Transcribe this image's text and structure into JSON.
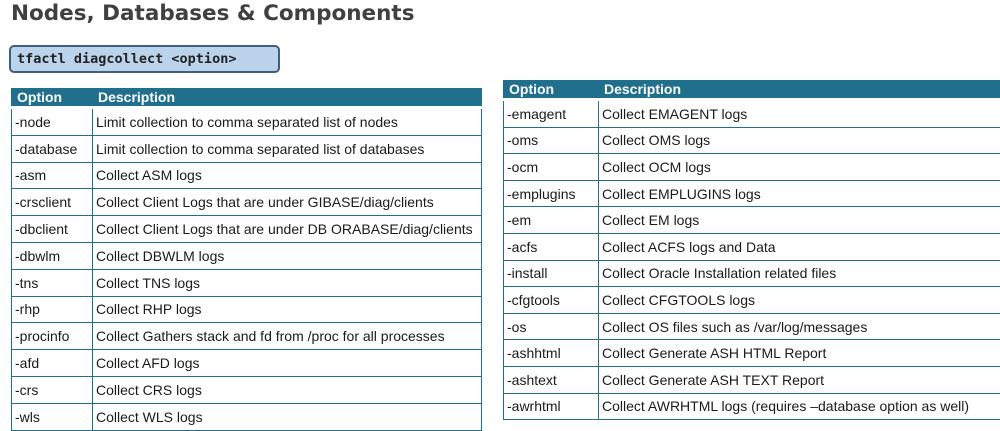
{
  "title": "Nodes, Databases & Components",
  "command": "tfactl diagcollect <option>",
  "colors": {
    "header_bg": "#206f8c",
    "command_bg": "#bcd3ec",
    "command_border": "#3f5f80",
    "title_text": "#404040"
  },
  "left_table": {
    "headers": [
      "Option",
      "Description"
    ],
    "rows": [
      {
        "option": "-node",
        "description": "Limit collection to comma separated list of nodes"
      },
      {
        "option": "-database",
        "description": "Limit collection to comma separated list of databases"
      },
      {
        "option": "-asm",
        "description": "Collect ASM logs"
      },
      {
        "option": "-crsclient",
        "description": "Collect Client Logs that are under GIBASE/diag/clients"
      },
      {
        "option": "-dbclient",
        "description": "Collect Client Logs that are under DB ORABASE/diag/clients"
      },
      {
        "option": "-dbwlm",
        "description": "Collect DBWLM logs"
      },
      {
        "option": "-tns",
        "description": "Collect TNS logs"
      },
      {
        "option": "-rhp",
        "description": "Collect RHP logs"
      },
      {
        "option": "-procinfo",
        "description": "Collect Gathers stack and fd from /proc for all processes"
      },
      {
        "option": "-afd",
        "description": "Collect AFD logs"
      },
      {
        "option": "-crs",
        "description": "Collect CRS logs"
      },
      {
        "option": "-wls",
        "description": "Collect WLS logs"
      }
    ]
  },
  "right_table": {
    "headers": [
      "Option",
      "Description"
    ],
    "rows": [
      {
        "option": "-emagent",
        "description": "Collect EMAGENT logs"
      },
      {
        "option": "-oms",
        "description": "Collect OMS logs"
      },
      {
        "option": "-ocm",
        "description": "Collect OCM logs"
      },
      {
        "option": "-emplugins",
        "description": "Collect EMPLUGINS logs"
      },
      {
        "option": "-em",
        "description": "Collect EM logs"
      },
      {
        "option": "-acfs",
        "description": "Collect ACFS logs and Data"
      },
      {
        "option": "-install",
        "description": "Collect Oracle Installation related files"
      },
      {
        "option": "-cfgtools",
        "description": "Collect CFGTOOLS logs"
      },
      {
        "option": "-os",
        "description": "Collect OS files such as /var/log/messages"
      },
      {
        "option": "-ashhtml",
        "description": "Collect Generate ASH HTML Report"
      },
      {
        "option": "-ashtext",
        "description": "Collect Generate ASH TEXT Report"
      },
      {
        "option": "-awrhtml",
        "description": "Collect AWRHTML logs (requires –database option as well)"
      }
    ]
  }
}
